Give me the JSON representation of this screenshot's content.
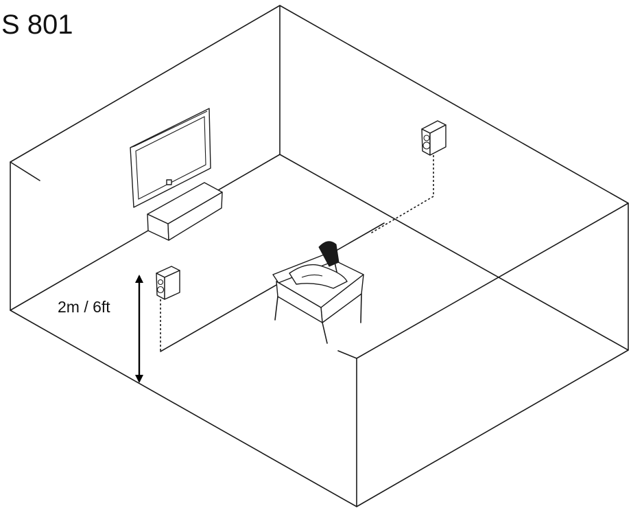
{
  "title": "S 801",
  "height_annotation": "2m / 6ft",
  "scene": {
    "objects": [
      "room",
      "tv",
      "tv-bench",
      "left-speaker",
      "right-speaker",
      "listener-on-sofa"
    ]
  }
}
